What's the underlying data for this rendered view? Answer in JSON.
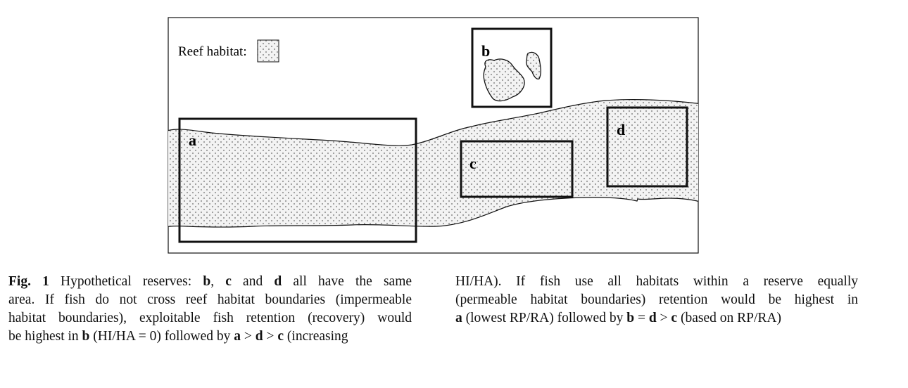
{
  "figure": {
    "legend_label": "Reef habitat:",
    "reserve_labels": {
      "a": "a",
      "b": "b",
      "c": "c",
      "d": "d"
    },
    "colors": {
      "stipple": "#9a9a9a",
      "habitat_fill": "#f0f0f0",
      "outline": "#111111"
    }
  },
  "caption": {
    "fig_label": "Fig. 1",
    "left_lines": [
      [
        "Hypothetical reserves: ",
        "b",
        ", ",
        "c",
        " and ",
        "d",
        " all have the same"
      ],
      [
        "area. If fish do not cross reef habitat boundaries (impermeable"
      ],
      [
        "habitat boundaries), exploitable fish retention (recovery) would"
      ],
      [
        "be highest in ",
        "b",
        " (HI/HA = 0) followed by ",
        "a",
        " > ",
        "d",
        " > ",
        "c",
        " (increasing"
      ]
    ],
    "right_lines": [
      [
        "HI/HA). If fish use all habitats within a reserve equally"
      ],
      [
        "(permeable habitat boundaries) retention would be highest in"
      ],
      [
        "a",
        " (lowest RP/RA) followed by ",
        "b",
        " = ",
        "d",
        " > ",
        "c",
        " (based on RP/RA)"
      ]
    ]
  }
}
